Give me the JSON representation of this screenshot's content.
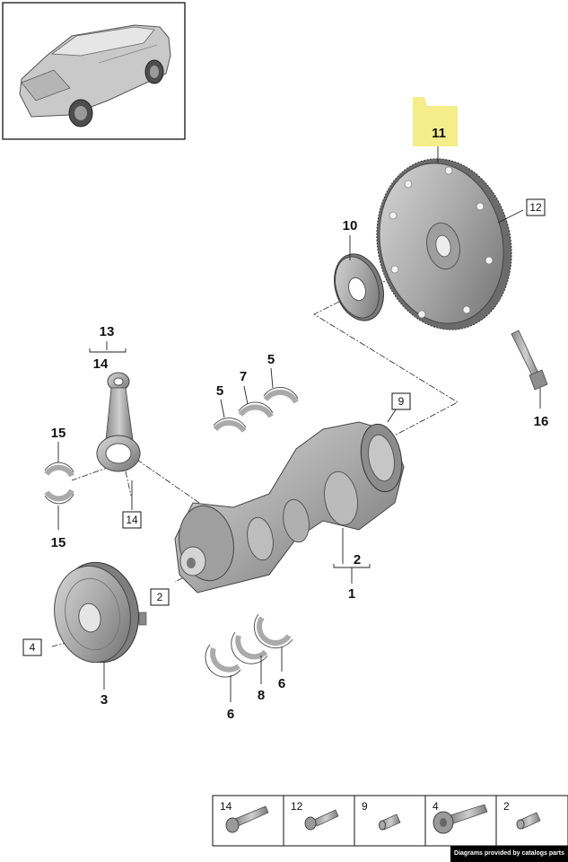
{
  "labels": {
    "p1": "1",
    "p2_bracket": "2",
    "p2_box": "2",
    "p3": "3",
    "p4": "4",
    "p5a": "5",
    "p5b": "5",
    "p6a": "6",
    "p6b": "6",
    "p7": "7",
    "p8": "8",
    "p9": "9",
    "p10": "10",
    "p11": "11",
    "p12": "12",
    "p13": "13",
    "p14_bracket": "14",
    "p14_box": "14",
    "p15a": "15",
    "p15b": "15",
    "p16": "16"
  },
  "bolt_table": [
    "14",
    "12",
    "9",
    "4",
    "2"
  ],
  "highlight_color": "#f5ec8a",
  "credit": "Diagrams provided by catalogs parts"
}
